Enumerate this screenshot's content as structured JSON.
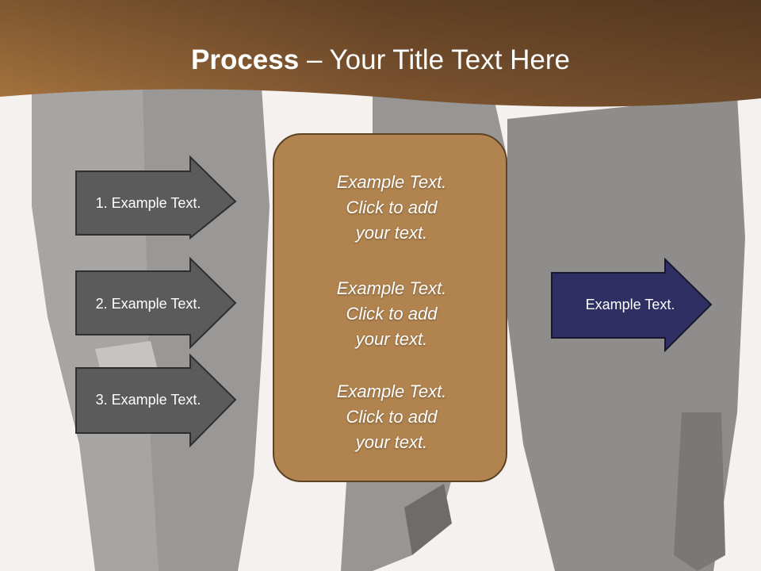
{
  "slide": {
    "title_bold": "Process",
    "title_rest": " – Your Title Text Here",
    "left_items": [
      {
        "label": "1. Example Text."
      },
      {
        "label": "2. Example Text."
      },
      {
        "label": "3. Example Text."
      }
    ],
    "center_items": [
      {
        "text": "Example Text.\nClick  to add\nyour text."
      },
      {
        "text": "Example Text.\nClick  to add\nyour text."
      },
      {
        "text": "Example Text.\nClick  to add\nyour text."
      }
    ],
    "right_item": {
      "label": "Example Text."
    },
    "colors": {
      "header_brown": "#8b5a2b",
      "center_fill": "#b0834f",
      "left_arrow_fill": "#5b5b5b",
      "right_arrow_fill": "#2f2f63"
    }
  }
}
